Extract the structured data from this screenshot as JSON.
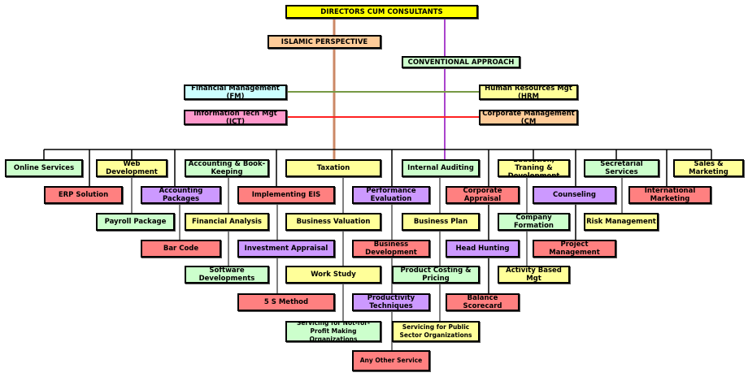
{
  "title": "DIRECTORS CUM CONSULTANTS",
  "branches": {
    "islamic": "ISLAMIC PERSPECTIVE",
    "conventional": "CONVENTIONAL APPROACH"
  },
  "management": {
    "fm": "Financial Management (FM)",
    "hrm": "Human Resources Mgt (HRM",
    "ict": "Information Tech Mgt (ICT)",
    "cm": "Corporate Management (CM"
  },
  "services": [
    "Online Services",
    "ERP Solution",
    "Web Development",
    "Payroll Package",
    "Accounting Packages",
    "Bar Code",
    "Accounting & Book-Keeping",
    "Financial Analysis",
    "Software Developments",
    "Implementing EIS",
    "Investment Appraisal",
    "5 S Method",
    "Taxation",
    "Business Valuation",
    "Work Study",
    "Servicing for Not-for-Profit Making Organizations",
    "Performance Evaluation",
    "Business Development",
    "Productivity Techniques",
    "Any Other Service",
    "Internal Auditing",
    "Business Plan",
    "Product Costing & Pricing",
    "Servicing for Public Sector Organizations",
    "Corporate Appraisal",
    "Head Hunting",
    "Balance Scorecard",
    "Education, Traning & Development",
    "Company Formation",
    "Activity Based Mgt",
    "Counseling",
    "Project Management",
    "Secretarial Services",
    "Risk Management",
    "International Marketing",
    "Sales & Marketing"
  ],
  "colors": {
    "islamic_line": "#cc8866",
    "conventional_line": "#aa44cc",
    "fm_line": "#779944",
    "ict_line": "#ff2222",
    "tree_line": "#000000"
  }
}
